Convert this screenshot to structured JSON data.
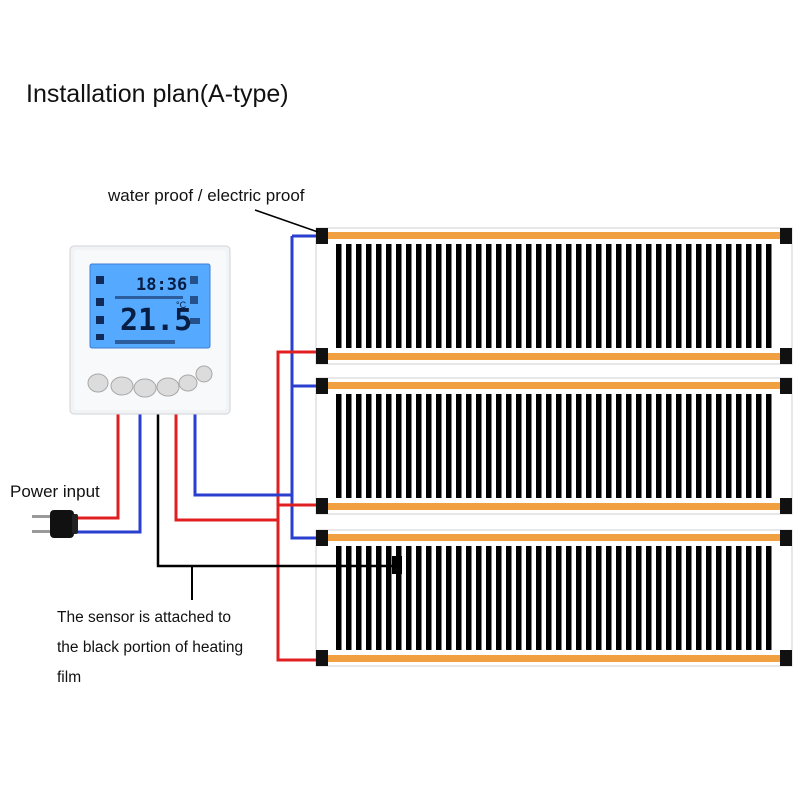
{
  "title": "Installation plan(A-type)",
  "labels": {
    "waterproof": "water proof / electric proof",
    "power_input": "Power input",
    "sensor_line1": "The sensor is attached to",
    "sensor_line2": "the black portion of heating",
    "sensor_line3": "film"
  },
  "thermostat": {
    "time": "18:36",
    "temperature": "21.5",
    "unit": "°C"
  },
  "heating_film": {
    "panel_count": 3,
    "strips_per_panel": 44
  },
  "colors": {
    "live_wire": "#e02020",
    "neutral_wire": "#2a3fd0",
    "sensor_wire": "#000000",
    "film_bus": "#f0a040",
    "lcd_background": "#55aaff",
    "film_stripe": "#000000"
  },
  "icons": [
    "power-plug-icon",
    "thermostat-icon",
    "sensor-probe-icon"
  ]
}
